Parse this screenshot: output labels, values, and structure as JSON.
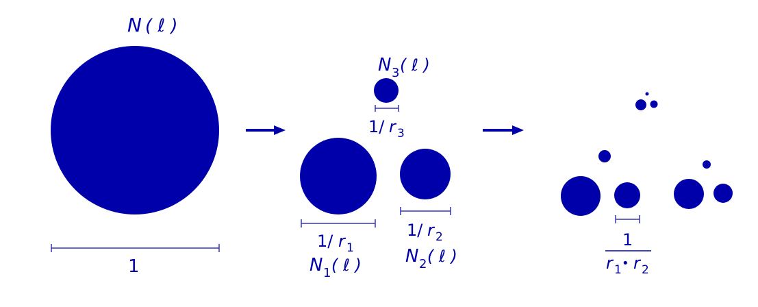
{
  "colors": {
    "ink": "#0000aa",
    "fill": "#0000aa"
  },
  "stage1": {
    "label_main": "N",
    "label_arg": "( ℓ )",
    "scale_label": "1"
  },
  "stage2": {
    "c1": {
      "scale_num": "1/",
      "scale_var": "r",
      "scale_sub": "1",
      "n_main": "N",
      "n_sub": "1",
      "n_arg": "( ℓ )"
    },
    "c2": {
      "scale_num": "1/",
      "scale_var": "r",
      "scale_sub": "2",
      "n_main": "N",
      "n_sub": "2",
      "n_arg": "( ℓ )"
    },
    "c3": {
      "scale_num": "1/",
      "scale_var": "r",
      "scale_sub": "3",
      "n_main": "N",
      "n_sub": "3",
      "n_arg": "( ℓ )"
    }
  },
  "stage3": {
    "numerator": "1",
    "den_r1": "r",
    "den_sub1": "1",
    "den_dot": "•",
    "den_r2": "r",
    "den_sub2": "2"
  },
  "icons": {
    "arrow": "arrow-right-icon"
  }
}
